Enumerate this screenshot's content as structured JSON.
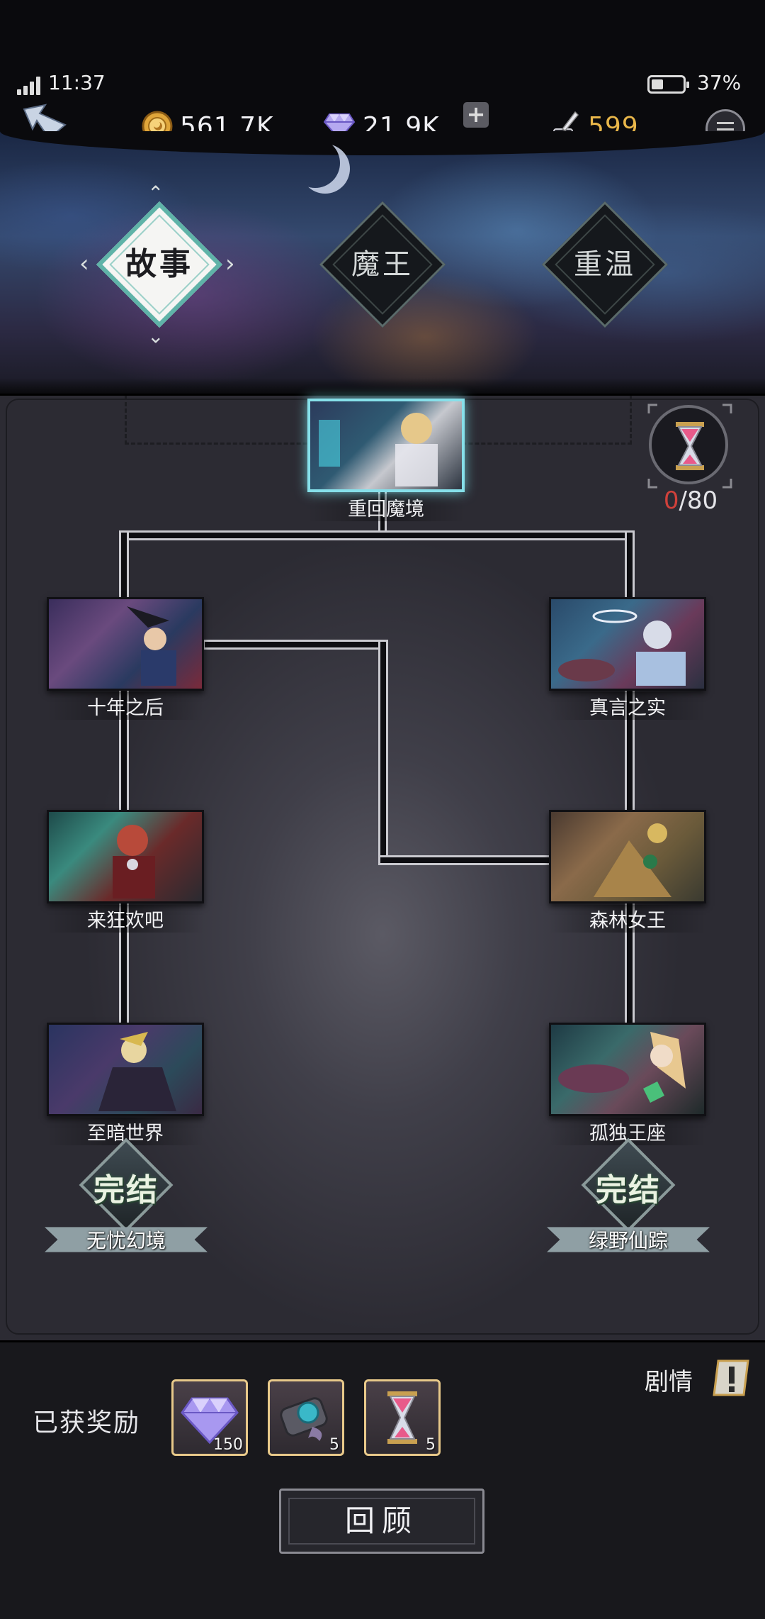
{
  "status": {
    "time": "11:37",
    "battery_pct": "37%",
    "battery_level": 0.37
  },
  "resources": {
    "coins": "561.7K",
    "gems": "21.9K",
    "ink": "599"
  },
  "tabs": [
    {
      "label": "故事",
      "active": true
    },
    {
      "label": "魔王",
      "active": false
    },
    {
      "label": "重温",
      "active": false
    }
  ],
  "map": {
    "top_node": "重回魔境",
    "left": [
      "十年之后",
      "来狂欢吧",
      "至暗世界"
    ],
    "right": [
      "真言之实",
      "森林女王",
      "孤独王座"
    ],
    "endings": [
      {
        "badge": "完结",
        "name": "无忧幻境"
      },
      {
        "badge": "完结",
        "name": "绿野仙踪"
      }
    ],
    "timer": {
      "current": "0",
      "total": "/80"
    }
  },
  "bottom": {
    "rewards_label": "已获奖励",
    "rewards": [
      {
        "icon": "gem-icon",
        "qty": "150"
      },
      {
        "icon": "scroll-icon",
        "qty": "5"
      },
      {
        "icon": "hourglass-icon",
        "qty": "5"
      }
    ],
    "story_label": "剧情",
    "review_label": "回顾"
  },
  "colors": {
    "accent_teal": "#5fb3a8",
    "ink_gold": "#e8b64a",
    "timer_red": "#d0413b",
    "reward_border": "#e8c98a"
  }
}
